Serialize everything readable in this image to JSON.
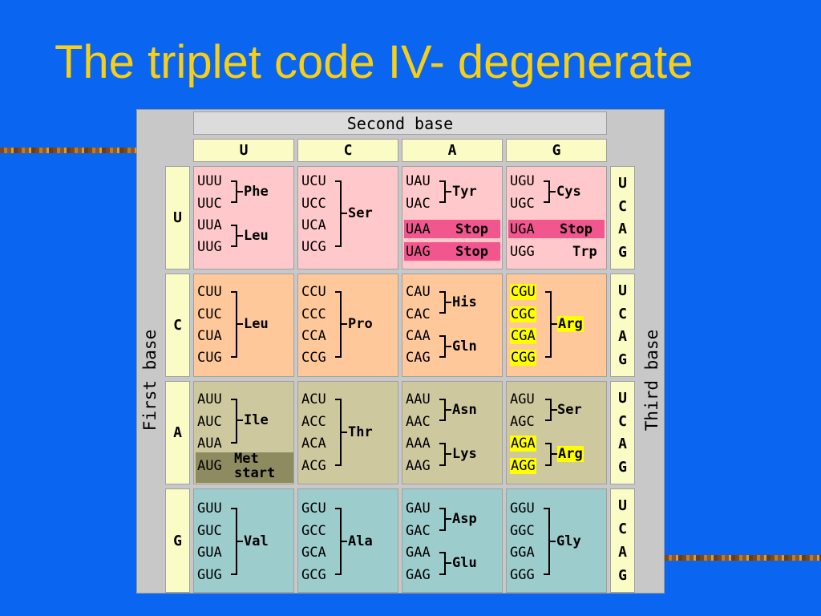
{
  "slide": {
    "title": "The triplet code IV- degenerate"
  },
  "table": {
    "second_base_label": "Second base",
    "first_base_label": "First base",
    "third_base_label": "Third base",
    "columns": [
      "U",
      "C",
      "A",
      "G"
    ],
    "rows": [
      "U",
      "C",
      "A",
      "G"
    ],
    "third_letters": [
      "U",
      "C",
      "A",
      "G"
    ],
    "colors": {
      "U": "#ffc8ca",
      "C": "#ffc89a",
      "A": "#cdc89e",
      "G": "#9ccccc",
      "stop": "#f2568f",
      "met": "#8e8b60",
      "highlight": "#ffff00"
    },
    "cells": {
      "UU": {
        "codons": [
          "UUU",
          "UUC",
          "UUA",
          "UUG"
        ],
        "aa1": "Phe",
        "aa2": "Leu"
      },
      "UC": {
        "codons": [
          "UCU",
          "UCC",
          "UCA",
          "UCG"
        ],
        "aa": "Ser"
      },
      "UA": {
        "codons": [
          "UAU",
          "UAC",
          "UAA",
          "UAG"
        ],
        "aa1": "Tyr",
        "stop1": "Stop",
        "stop2": "Stop"
      },
      "UG": {
        "codons": [
          "UGU",
          "UGC",
          "UGA",
          "UGG"
        ],
        "aa1": "Cys",
        "stop": "Stop",
        "trp": "Trp"
      },
      "CU": {
        "codons": [
          "CUU",
          "CUC",
          "CUA",
          "CUG"
        ],
        "aa": "Leu"
      },
      "CC": {
        "codons": [
          "CCU",
          "CCC",
          "CCA",
          "CCG"
        ],
        "aa": "Pro"
      },
      "CA": {
        "codons": [
          "CAU",
          "CAC",
          "CAA",
          "CAG"
        ],
        "aa1": "His",
        "aa2": "Gln"
      },
      "CG": {
        "codons": [
          "CGU",
          "CGC",
          "CGA",
          "CGG"
        ],
        "aa": "Arg"
      },
      "AU": {
        "codons": [
          "AUU",
          "AUC",
          "AUA",
          "AUG"
        ],
        "aa": "Ile",
        "met": "Met",
        "start": "start"
      },
      "AC": {
        "codons": [
          "ACU",
          "ACC",
          "ACA",
          "ACG"
        ],
        "aa": "Thr"
      },
      "AA": {
        "codons": [
          "AAU",
          "AAC",
          "AAA",
          "AAG"
        ],
        "aa1": "Asn",
        "aa2": "Lys"
      },
      "AG": {
        "codons": [
          "AGU",
          "AGC",
          "AGA",
          "AGG"
        ],
        "aa1": "Ser",
        "aa2": "Arg"
      },
      "GU": {
        "codons": [
          "GUU",
          "GUC",
          "GUA",
          "GUG"
        ],
        "aa": "Val"
      },
      "GC": {
        "codons": [
          "GCU",
          "GCC",
          "GCA",
          "GCG"
        ],
        "aa": "Ala"
      },
      "GA": {
        "codons": [
          "GAU",
          "GAC",
          "GAA",
          "GAG"
        ],
        "aa1": "Asp",
        "aa2": "Glu"
      },
      "GG": {
        "codons": [
          "GGU",
          "GGC",
          "GGA",
          "GGG"
        ],
        "aa": "Gly"
      }
    }
  }
}
